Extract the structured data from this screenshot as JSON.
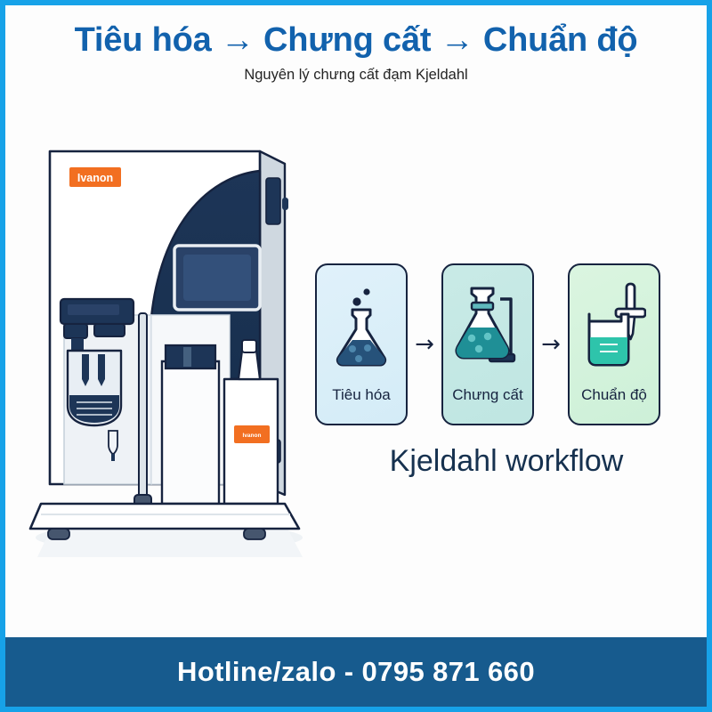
{
  "header": {
    "title": "Tiêu hóa → Chưng cất → Chuẩn độ",
    "subtitle": "Nguyên lý chưng cất đạm Kjeldahl"
  },
  "machine": {
    "brand_badge": "Ivanon",
    "bottle_label": "Ivanon",
    "alt": "Kjeldahl distillation unit illustration"
  },
  "workflow": {
    "caption": "Kjeldahl workflow",
    "arrow_glyph": "→",
    "steps": [
      {
        "label": "Tiêu hóa",
        "icon": "erlenmeyer-flask-icon"
      },
      {
        "label": "Chưng cất",
        "icon": "distillation-flask-icon"
      },
      {
        "label": "Chuẩn độ",
        "icon": "burette-beaker-icon"
      }
    ]
  },
  "footer": {
    "contact": "Hotline/zalo - 0795 871 660"
  },
  "colors": {
    "border_accent": "#17a2e8",
    "title_blue": "#1262ad",
    "footer_blue": "#175b8e",
    "ink_navy": "#16233f",
    "brand_orange": "#f26f21"
  }
}
